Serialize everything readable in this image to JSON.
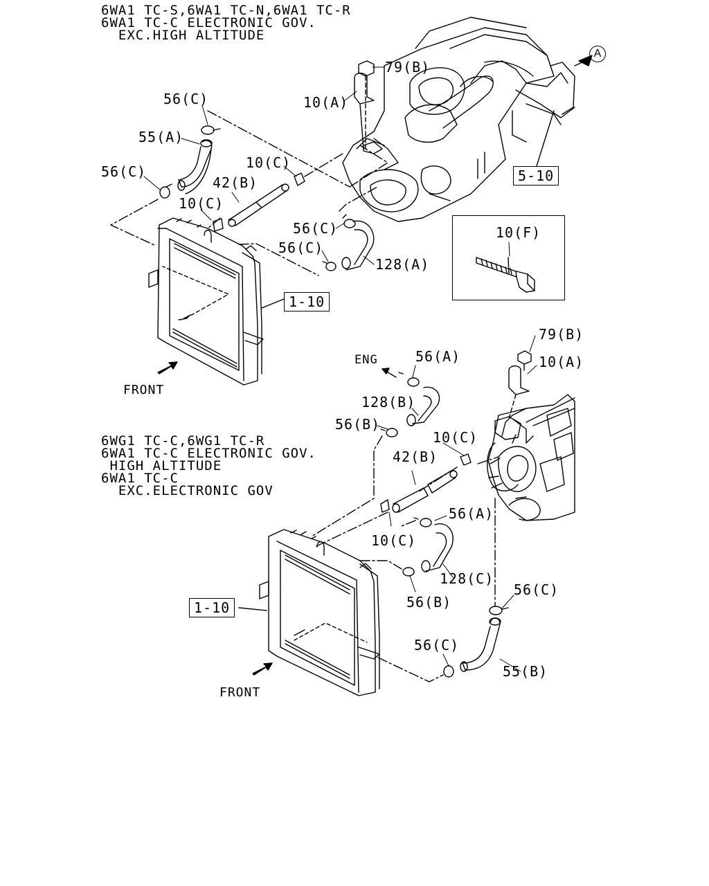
{
  "top_section": {
    "model_notes": [
      "6WA1 TC-S,6WA1 TC-N,6WA1 TC-R",
      "6WA1 TC-C ELECTRONIC GOV.",
      "  EXC.HIGH ALTITUDE"
    ],
    "labels": {
      "p79b": "79(B)",
      "p10a": "10(A)",
      "p56c_a": "56(C)",
      "p55a": "55(A)",
      "p56c_b": "56(C)",
      "p10c_a": "10(C)",
      "p42b": "42(B)",
      "p10c_b": "10(C)",
      "p56c_c": "56(C)",
      "p56c_d": "56(C)",
      "p128a": "128(A)"
    },
    "view_marker": "A",
    "ref_5_10": "5-10",
    "ref_1_10": "1-10",
    "front": "FRONT",
    "inset_label": "10(F)"
  },
  "bottom_section": {
    "model_notes": [
      "6WG1 TC-C,6WG1 TC-R",
      "6WA1 TC-C ELECTRONIC GOV.",
      " HIGH ALTITUDE",
      "6WA1 TC-C",
      "  EXC.ELECTRONIC GOV"
    ],
    "labels": {
      "eng": "ENG",
      "p56a_a": "56(A)",
      "p79b": "79(B)",
      "p10a": "10(A)",
      "p128b": "128(B)",
      "p56b_a": "56(B)",
      "p10c_a": "10(C)",
      "p42b": "42(B)",
      "p56a_b": "56(A)",
      "p10c_b": "10(C)",
      "p128c": "128(C)",
      "p56b_b": "56(B)",
      "p56c_a": "56(C)",
      "p56c_b": "56(C)",
      "p55b": "55(B)"
    },
    "ref_1_10": "1-10",
    "front": "FRONT"
  }
}
